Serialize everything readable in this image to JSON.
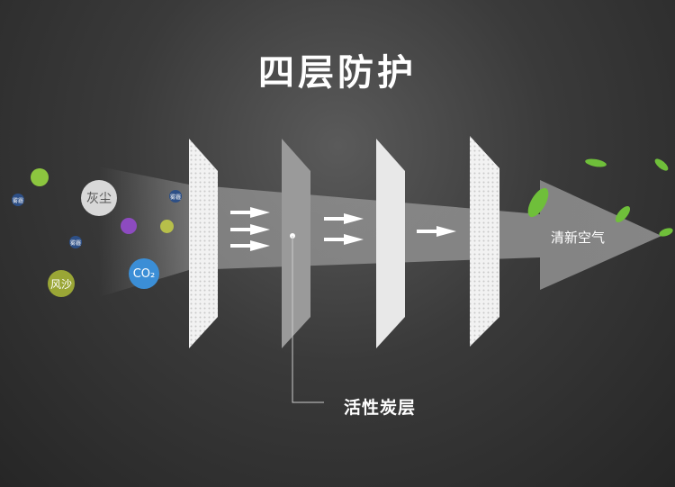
{
  "title": "四层防护",
  "pollutants": [
    {
      "label": "灰尘",
      "color": "#d8d8d8"
    },
    {
      "label": "风沙",
      "color": "#9aa636"
    },
    {
      "label": "CO₂",
      "color": "#3b8ed6"
    },
    {
      "label": "雾霾",
      "color": "#2d4f86"
    }
  ],
  "output_label": "清新空气",
  "callout_label": "活性炭层",
  "colors": {
    "leaf": "#6fbf3a",
    "text": "#ffffff"
  }
}
